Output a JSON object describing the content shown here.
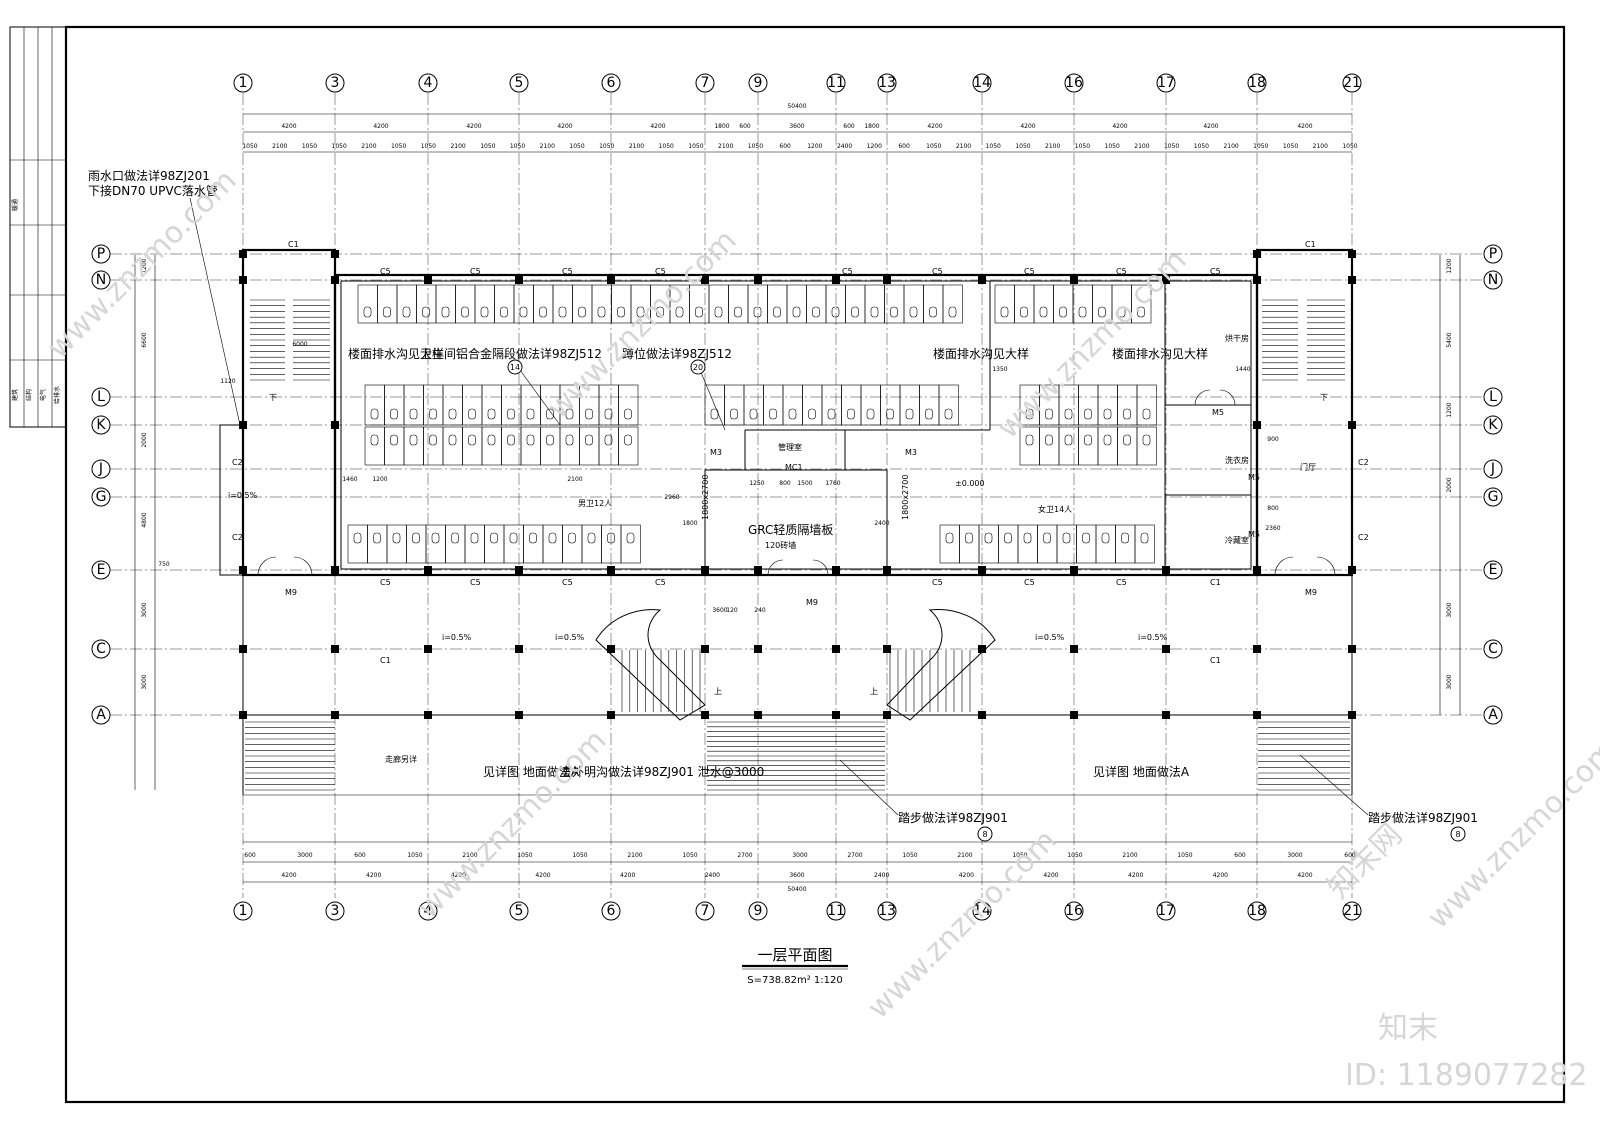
{
  "watermark": {
    "logo_text": "知末",
    "id_text": "ID: 1189077282",
    "site": "www.znzmo.com",
    "site_cn": "知末网"
  },
  "title_block": {
    "labels": [
      "建筑",
      "结构",
      "电气",
      "给排水",
      "暖通"
    ]
  },
  "axes": {
    "columns": [
      "1",
      "3",
      "4",
      "5",
      "6",
      "7",
      "9",
      "11",
      "13",
      "14",
      "16",
      "17",
      "18",
      "21"
    ],
    "rows": [
      "P",
      "N",
      "L",
      "K",
      "J",
      "G",
      "E",
      "C",
      "A"
    ]
  },
  "dimensions": {
    "total": "50400",
    "bays": [
      "4200",
      "4200",
      "4200",
      "4200",
      "4200",
      "1800",
      "600",
      "3600",
      "600",
      "1800",
      "4200",
      "4200",
      "4200",
      "4200",
      "4200"
    ],
    "sub": [
      "1050",
      "2100",
      "1050",
      "1050",
      "2100",
      "1050",
      "1050",
      "2100",
      "1050",
      "1050",
      "2100",
      "1050",
      "1050",
      "2100",
      "1050",
      "1050",
      "2100",
      "1050",
      "600",
      "1200",
      "2400",
      "1200",
      "600",
      "1050",
      "2100",
      "1050",
      "1050",
      "2100",
      "1050",
      "1050",
      "2100",
      "1050",
      "1050",
      "2100",
      "1050",
      "1050",
      "2100",
      "1050"
    ],
    "bottom_sub": [
      "600",
      "3000",
      "600",
      "1050",
      "2100",
      "1050",
      "1050",
      "2100",
      "1050",
      "2700",
      "3000",
      "2700",
      "1050",
      "2100",
      "1050",
      "1050",
      "2100",
      "1050",
      "600",
      "3000",
      "600"
    ],
    "bottom_bays": [
      "4200",
      "4200",
      "4200",
      "4200",
      "4200",
      "2400",
      "3600",
      "2400",
      "4200",
      "4200",
      "4200",
      "4200",
      "4200"
    ],
    "left_side": [
      "1200",
      "6600",
      "2000",
      "4800",
      "3000",
      "3000"
    ],
    "right_side": [
      "1200",
      "5400",
      "1200",
      "2000",
      "3000",
      "3000"
    ],
    "misc": [
      "1120",
      "1460",
      "1200",
      "2960",
      "1250",
      "800",
      "1500",
      "1760",
      "1350",
      "1440",
      "900",
      "800",
      "2360",
      "2400",
      "120",
      "240",
      "1800",
      "2100",
      "3600",
      "6000",
      "750"
    ]
  },
  "annotations": {
    "rain_outlet": "雨水口做法详98ZJ201",
    "downpipe": "下接DN70 UPVC落水管",
    "floor_drain_left": "楼面排水沟见大样",
    "partition": "卫生间铝合金隔段做法详98ZJ512",
    "squat": "蹲位做法详98ZJ512",
    "floor_drain_mid": "楼面排水沟见大样",
    "floor_drain_right": "楼面排水沟见大样",
    "male_toilet": "男卫12人",
    "female_toilet": "女卫14人",
    "management": "管理室",
    "grc_wall": "GRC轻质隔墙板",
    "elevation": "±0.000",
    "drying_room": "烘干房",
    "laundry_room": "洗衣房",
    "storage": "冷藏室",
    "lobby": "门厅",
    "slope": "i=0.5%",
    "corridor_detail": "走廊另详",
    "ground_left": "见详图  地面做法A",
    "drainage": "室外明沟做法详98ZJ901  泄水@3000",
    "ground_right": "见详图  地面做法A",
    "steps_mid": "踏步做法详98ZJ901",
    "steps_right": "踏步做法详98ZJ901",
    "bubble_14": "14",
    "bubble_20": "20",
    "bubble_8": "8",
    "up": "上",
    "down": "下",
    "door_size": "1800x2700",
    "wall_120": "120砖墙"
  },
  "openings": {
    "window_c1": "C1",
    "window_c2": "C2",
    "window_c5": "C5",
    "door_m3": "M3",
    "door_m5": "M5",
    "door_m9": "M9",
    "door_mc1": "MC1"
  },
  "drawing_title": {
    "main": "一层平面图",
    "sub": "S=738.82m²  1:120"
  }
}
